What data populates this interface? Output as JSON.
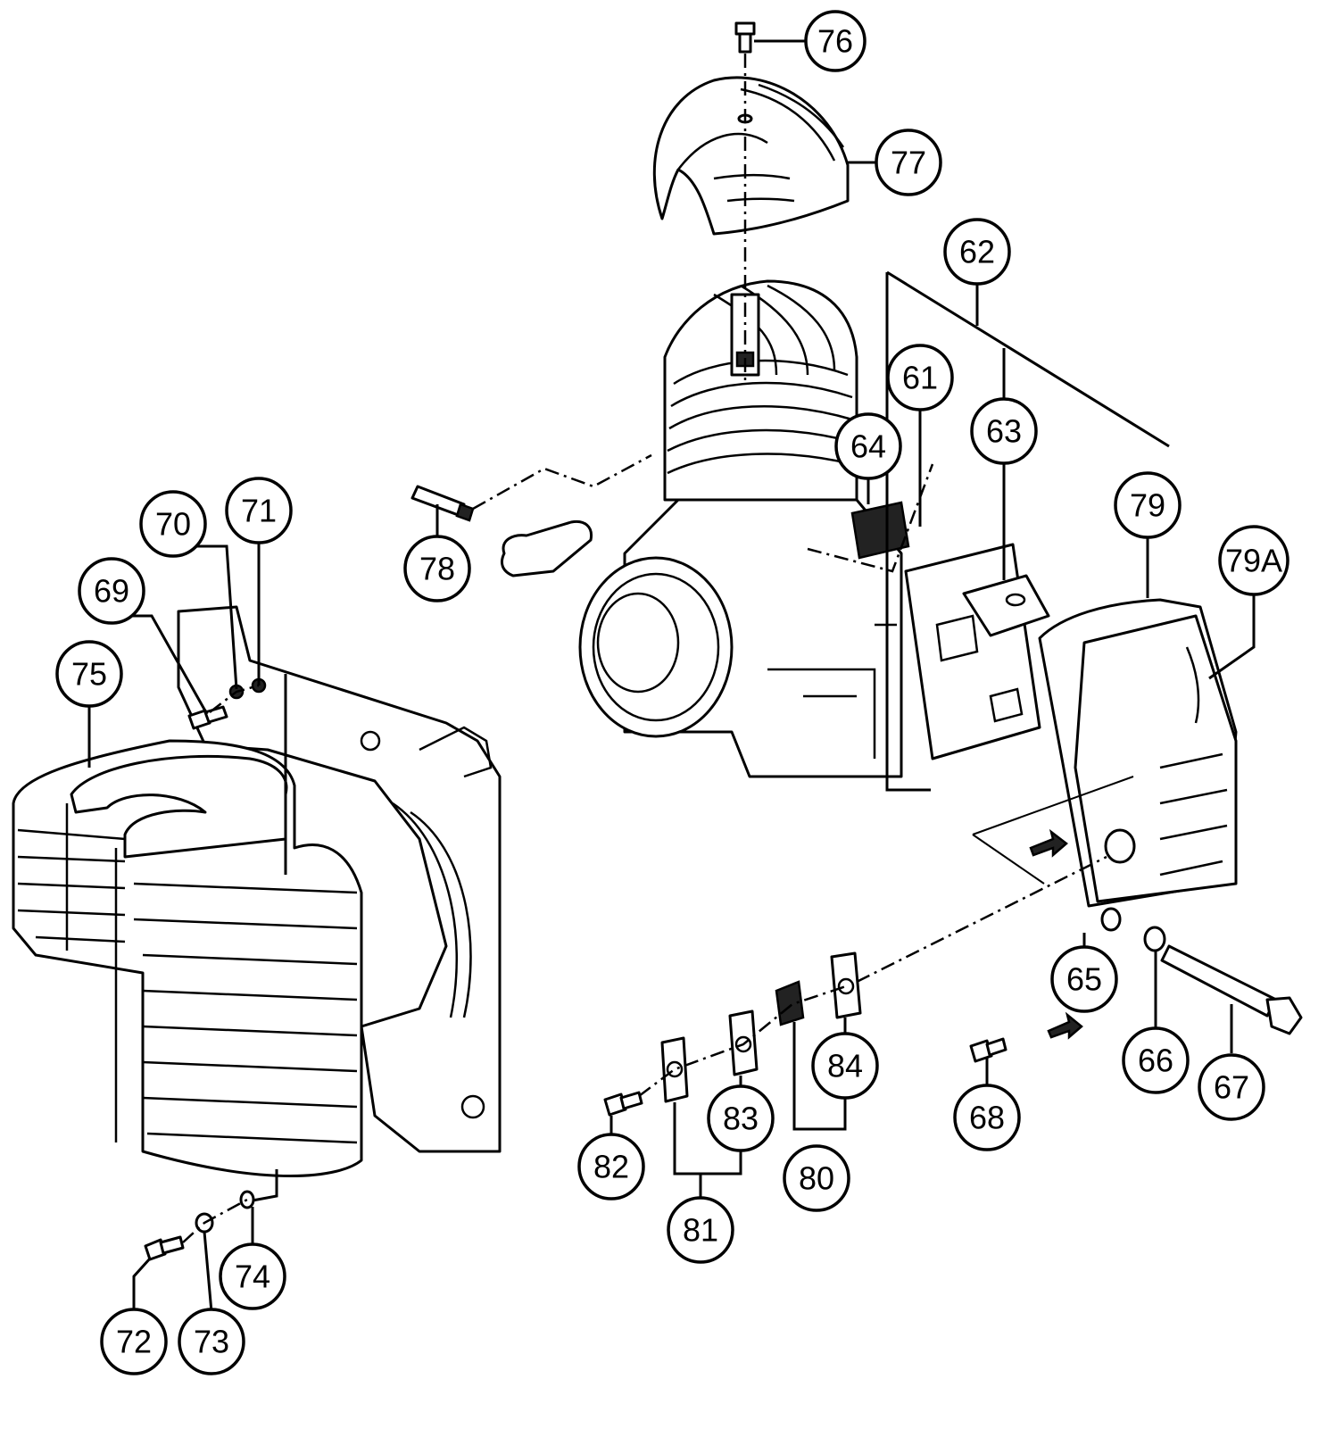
{
  "callouts": [
    {
      "id": "76",
      "label": "76"
    },
    {
      "id": "77",
      "label": "77"
    },
    {
      "id": "62",
      "label": "62"
    },
    {
      "id": "61",
      "label": "61"
    },
    {
      "id": "63",
      "label": "63"
    },
    {
      "id": "64",
      "label": "64"
    },
    {
      "id": "79",
      "label": "79"
    },
    {
      "id": "79A",
      "label": "79A"
    },
    {
      "id": "78",
      "label": "78"
    },
    {
      "id": "70",
      "label": "70"
    },
    {
      "id": "71",
      "label": "71"
    },
    {
      "id": "69",
      "label": "69"
    },
    {
      "id": "75",
      "label": "75"
    },
    {
      "id": "65",
      "label": "65"
    },
    {
      "id": "66",
      "label": "66"
    },
    {
      "id": "67",
      "label": "67"
    },
    {
      "id": "68",
      "label": "68"
    },
    {
      "id": "84",
      "label": "84"
    },
    {
      "id": "83",
      "label": "83"
    },
    {
      "id": "80",
      "label": "80"
    },
    {
      "id": "82",
      "label": "82"
    },
    {
      "id": "81",
      "label": "81"
    },
    {
      "id": "74",
      "label": "74"
    },
    {
      "id": "72",
      "label": "72"
    },
    {
      "id": "73",
      "label": "73"
    }
  ]
}
